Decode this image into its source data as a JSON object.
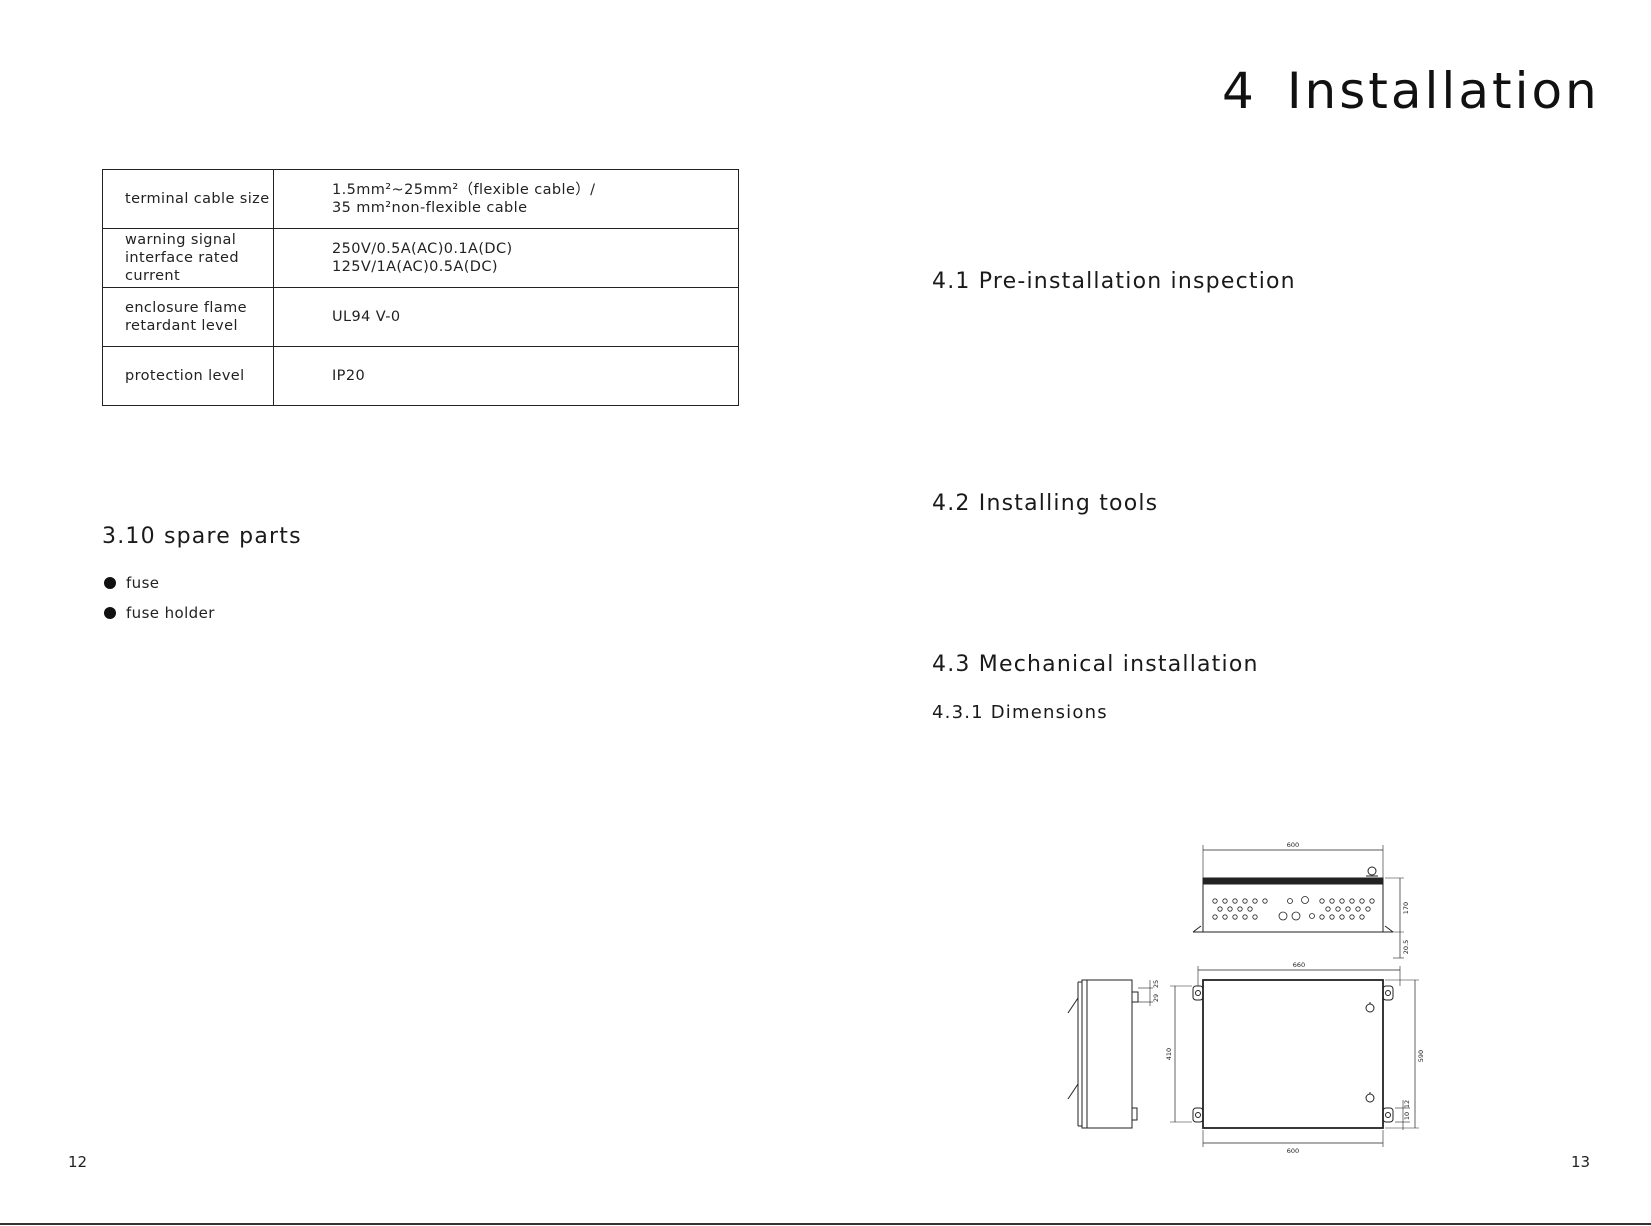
{
  "left_page": {
    "spec_table": [
      {
        "label": [
          "terminal cable size"
        ],
        "value": [
          "1.5mm²~25mm²（flexible cable）/",
          "35 mm²non-flexible cable"
        ]
      },
      {
        "label": [
          "warning signal",
          "interface rated",
          "current"
        ],
        "value": [
          "250V/0.5A(AC)0.1A(DC)",
          "125V/1A(AC)0.5A(DC)"
        ]
      },
      {
        "label": [
          "enclosure flame",
          "retardant level"
        ],
        "value": [
          "UL94 V-0"
        ]
      },
      {
        "label": [
          "protection level"
        ],
        "value": [
          "IP20"
        ]
      }
    ],
    "section_heading": "3.10  spare parts",
    "bullets": [
      "fuse",
      "fuse holder"
    ],
    "page_number": "12"
  },
  "right_page": {
    "chapter_number": "4",
    "chapter_title": "Installation",
    "sections": {
      "s41": "4.1  Pre-installation inspection",
      "s42": "4.2  Installing tools",
      "s43": "4.3  Mechanical installation",
      "s431": "4.3.1  Dimensions"
    },
    "drawing_labels": {
      "top_width": "600",
      "top_height": "170",
      "top_foot": "20.5",
      "mount_width": "660",
      "mount_height": "590",
      "body_width": "600",
      "side_depth": "410",
      "side_ear_a": "25",
      "side_ear_b": "29",
      "hole_a": "12",
      "hole_b": "10"
    },
    "page_number": "13"
  }
}
